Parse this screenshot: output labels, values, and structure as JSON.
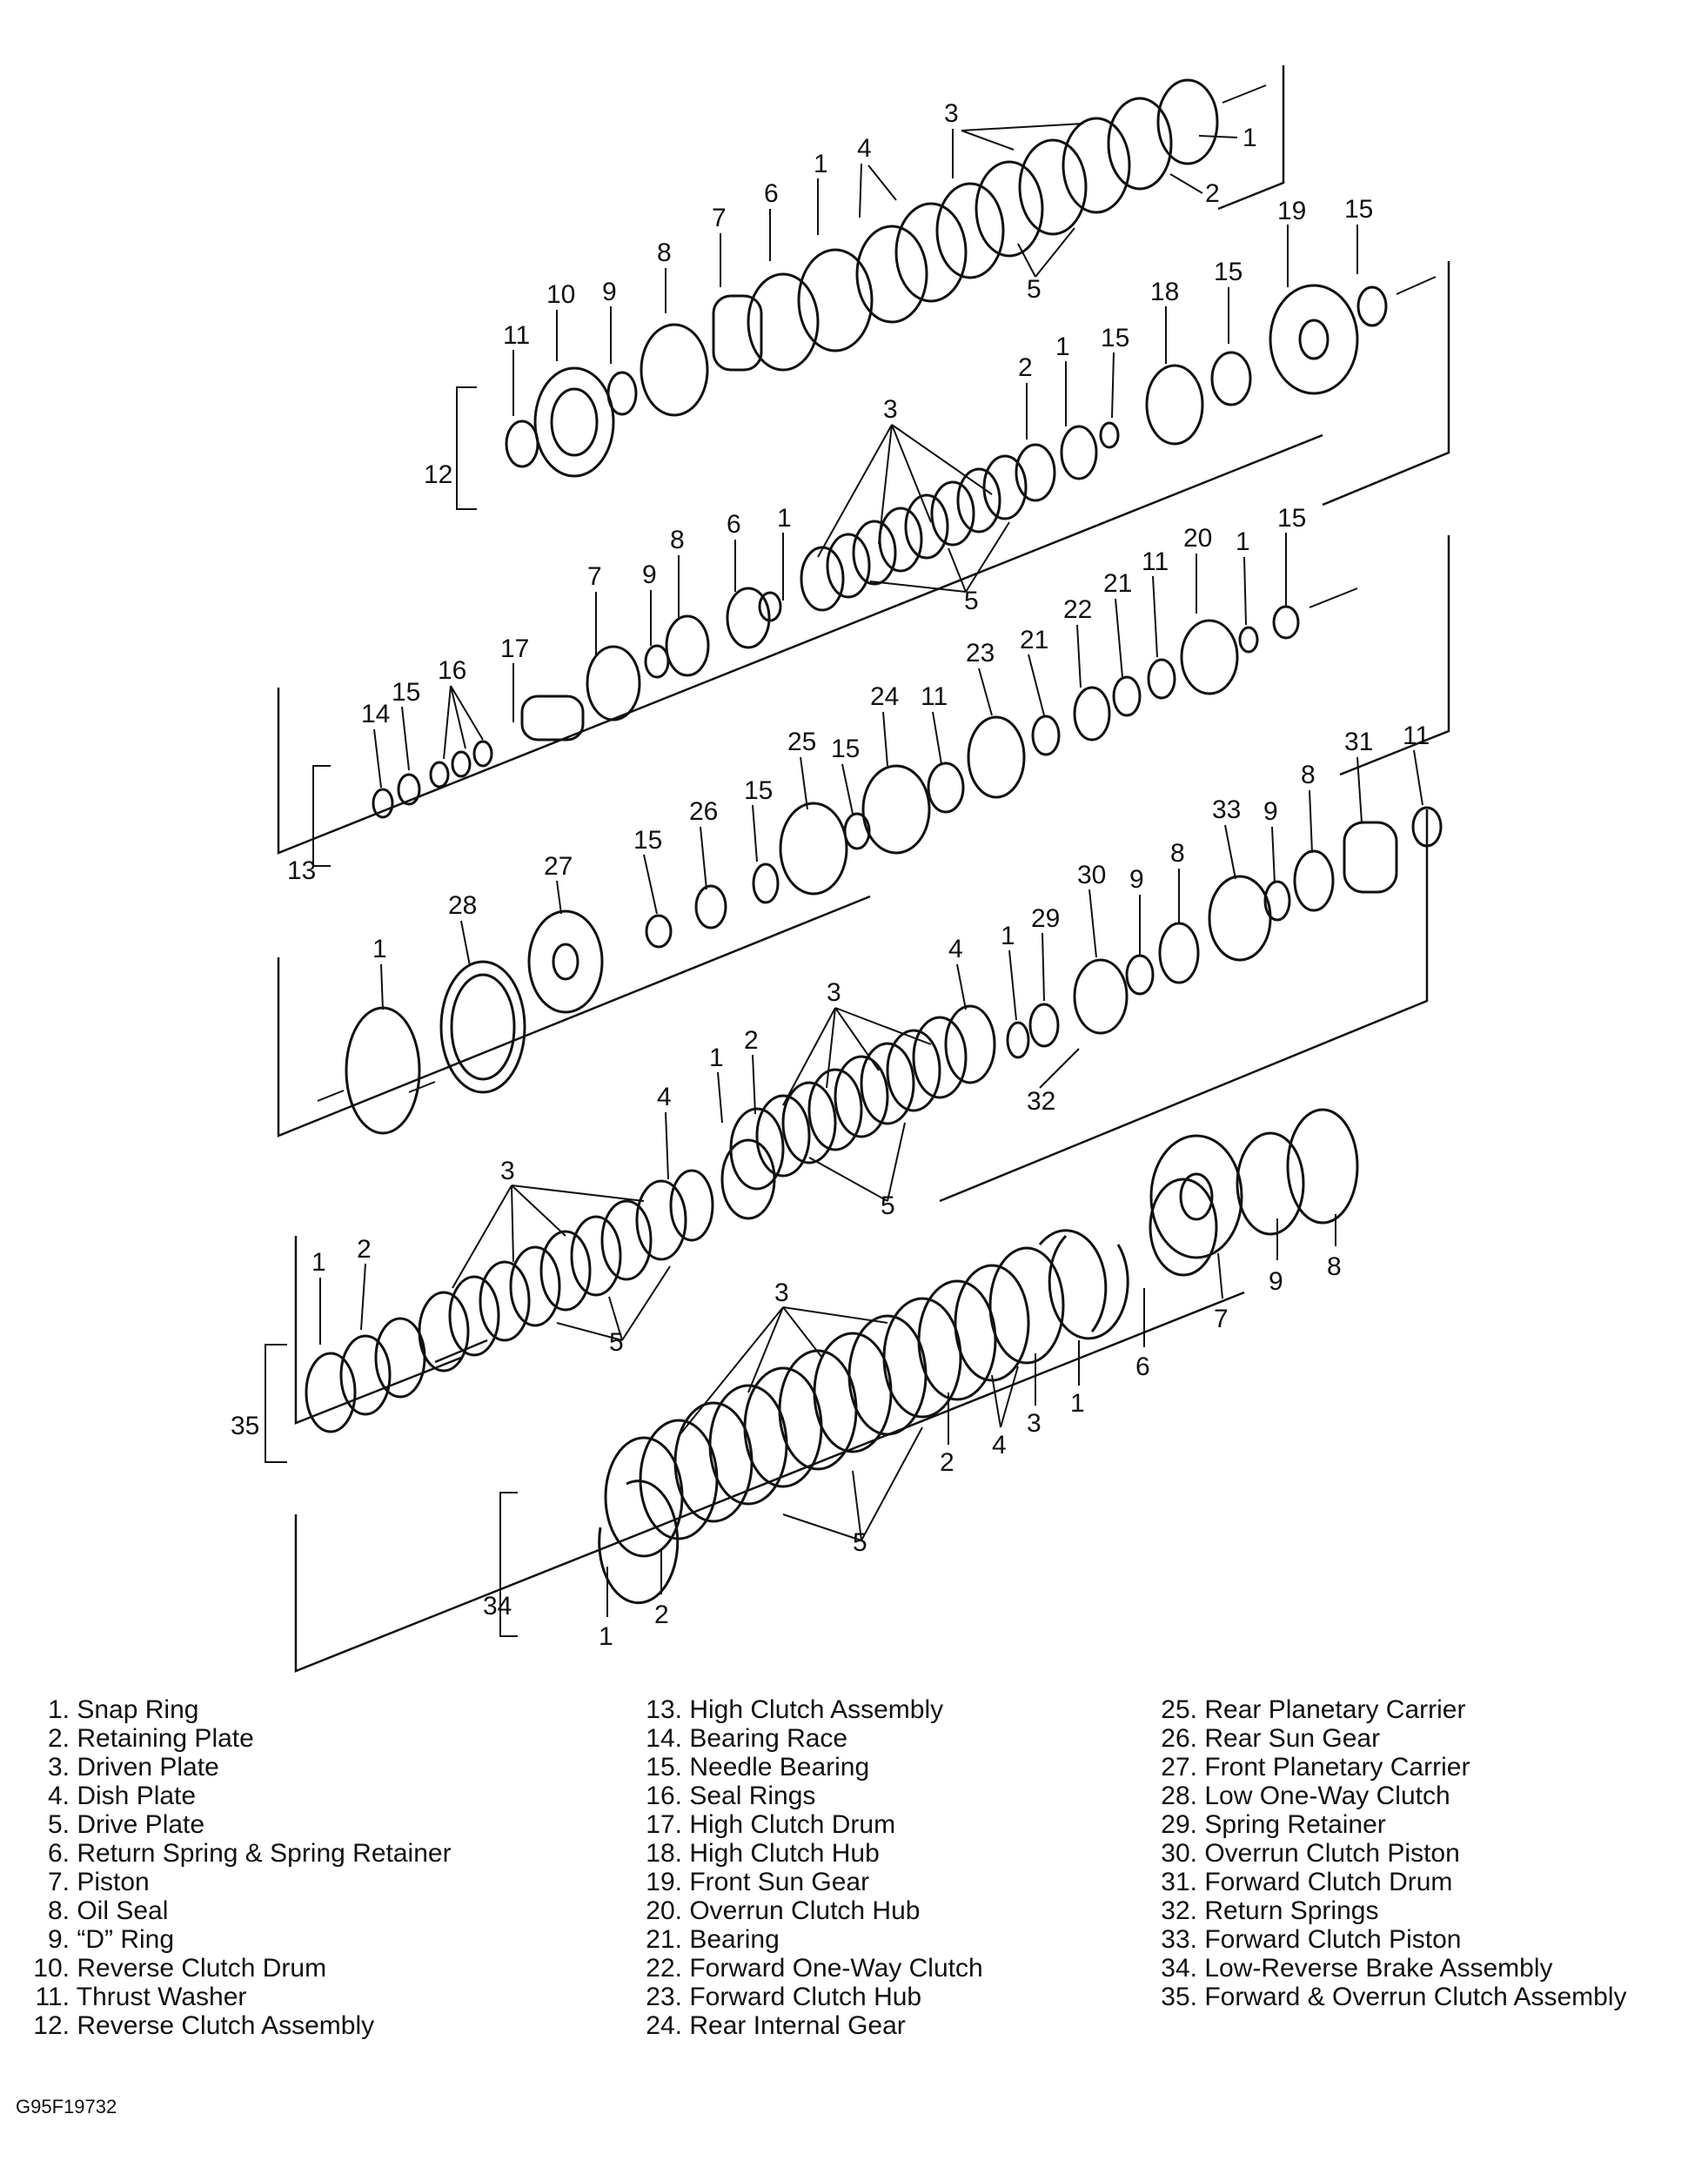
{
  "figure_id": "G95F19732",
  "legend": [
    {
      "num": "1.",
      "name": "Snap Ring"
    },
    {
      "num": "2.",
      "name": "Retaining Plate"
    },
    {
      "num": "3.",
      "name": "Driven Plate"
    },
    {
      "num": "4.",
      "name": "Dish Plate"
    },
    {
      "num": "5.",
      "name": "Drive Plate"
    },
    {
      "num": "6.",
      "name": "Return Spring & Spring Retainer"
    },
    {
      "num": "7.",
      "name": "Piston"
    },
    {
      "num": "8.",
      "name": "Oil Seal"
    },
    {
      "num": "9.",
      "name": "“D” Ring"
    },
    {
      "num": "10.",
      "name": "Reverse Clutch Drum"
    },
    {
      "num": "11.",
      "name": "Thrust Washer"
    },
    {
      "num": "12.",
      "name": "Reverse Clutch Assembly"
    },
    {
      "num": "13.",
      "name": "High Clutch Assembly"
    },
    {
      "num": "14.",
      "name": "Bearing Race"
    },
    {
      "num": "15.",
      "name": "Needle Bearing"
    },
    {
      "num": "16.",
      "name": "Seal Rings"
    },
    {
      "num": "17.",
      "name": "High Clutch Drum"
    },
    {
      "num": "18.",
      "name": "High Clutch Hub"
    },
    {
      "num": "19.",
      "name": "Front Sun Gear"
    },
    {
      "num": "20.",
      "name": "Overrun Clutch Hub"
    },
    {
      "num": "21.",
      "name": "Bearing"
    },
    {
      "num": "22.",
      "name": "Forward One-Way Clutch"
    },
    {
      "num": "23.",
      "name": "Forward Clutch Hub"
    },
    {
      "num": "24.",
      "name": "Rear Internal Gear"
    },
    {
      "num": "25.",
      "name": "Rear Planetary Carrier"
    },
    {
      "num": "26.",
      "name": "Rear Sun Gear"
    },
    {
      "num": "27.",
      "name": "Front Planetary Carrier"
    },
    {
      "num": "28.",
      "name": "Low One-Way Clutch"
    },
    {
      "num": "29.",
      "name": "Spring Retainer"
    },
    {
      "num": "30.",
      "name": "Overrun Clutch Piston"
    },
    {
      "num": "31.",
      "name": "Forward Clutch Drum"
    },
    {
      "num": "32.",
      "name": "Return Springs"
    },
    {
      "num": "33.",
      "name": "Forward Clutch Piston"
    },
    {
      "num": "34.",
      "name": "Low-Reverse Brake Assembly"
    },
    {
      "num": "35.",
      "name": "Forward & Overrun Clutch Assembly"
    }
  ],
  "callouts": [
    "1",
    "2",
    "3",
    "4",
    "5",
    "6",
    "7",
    "8",
    "9",
    "10",
    "11",
    "12",
    "13",
    "14",
    "15",
    "16",
    "17",
    "18",
    "19",
    "20",
    "21",
    "22",
    "23",
    "24",
    "25",
    "26",
    "27",
    "28",
    "29",
    "30",
    "31",
    "32",
    "33",
    "34",
    "35"
  ]
}
